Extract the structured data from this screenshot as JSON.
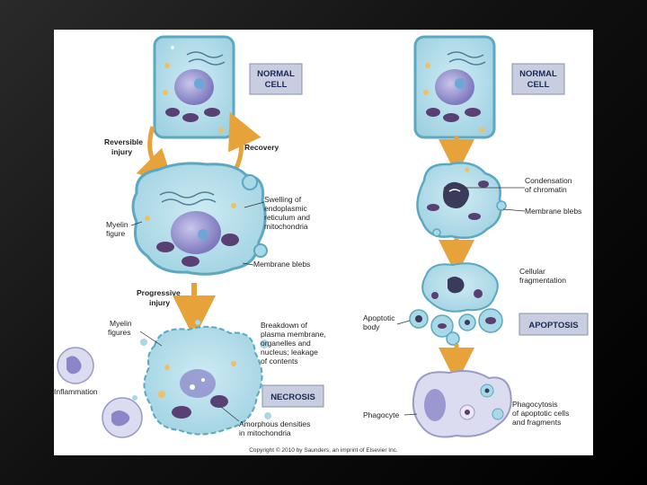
{
  "labels": {
    "normal_cell_left": [
      "NORMAL",
      "CELL"
    ],
    "normal_cell_right": [
      "NORMAL",
      "CELL"
    ],
    "reversible_injury": [
      "Reversible",
      "injury"
    ],
    "recovery": "Recovery",
    "swelling": [
      "Swelling of",
      "endoplasmic",
      "reticulum and",
      "mitochondria"
    ],
    "myelin_figure": [
      "Myelin",
      "figure"
    ],
    "membrane_blebs_left": "Membrane blebs",
    "progressive_injury": [
      "Progressive",
      "injury"
    ],
    "myelin_figures": [
      "Myelin",
      "figures"
    ],
    "breakdown": [
      "Breakdown of",
      "plasma membrane,",
      "organelles and",
      "nucleus; leakage",
      "of contents"
    ],
    "inflammation": "Inflammation",
    "necrosis": "NECROSIS",
    "amorphous": [
      "Amorphous densities",
      "in mitochondria"
    ],
    "condensation": [
      "Condensation",
      "of chromatin"
    ],
    "membrane_blebs_right": "Membrane blebs",
    "cellular_fragmentation": [
      "Cellular",
      "fragmentation"
    ],
    "apoptotic_body": [
      "Apoptotic",
      "body"
    ],
    "apoptosis": "APOPTOSIS",
    "phagocyte": "Phagocyte",
    "phagocytosis": [
      "Phagocytosis",
      "of apoptotic cells",
      "and fragments"
    ],
    "copyright": "Copyright © 2010 by Saunders, an imprint of Elsevier Inc."
  },
  "colors": {
    "cell_fill": "#a9d8e6",
    "cell_stroke": "#5aa8c2",
    "nucleus": "#8b86c8",
    "mito": "#5a3f74",
    "arrow": "#e8a23a",
    "box_fill": "#c8cde0",
    "box_stroke": "#8a8fae"
  }
}
